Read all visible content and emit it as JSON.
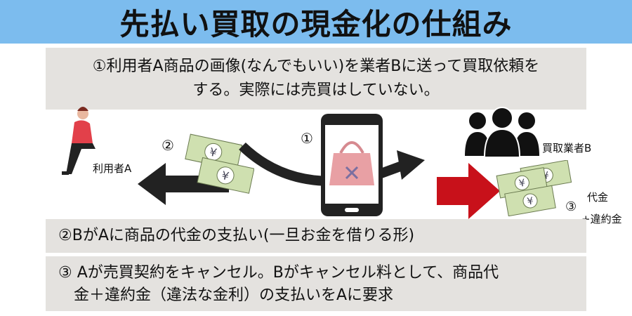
{
  "title": "先払い買取の現金化の仕組み",
  "steps": {
    "step1_line1": "①利用者A商品の画像(なんでもいい)を業者Bに送って買取依頼を",
    "step1_line2": "する。実際には売買はしていない。",
    "step2": "②BがAに商品の代金の支払い(一旦お金を借りる形)",
    "step3_line1": "③ Aが売買契約をキャンセル。Bがキャンセル料として、商品代",
    "step3_line2": "金＋違約金（違法な金利）の支払いをAに要求"
  },
  "diagram": {
    "user_label": "利用者A",
    "dealer_label": "買取業者B",
    "marker1": "①",
    "marker2": "②",
    "marker3": "③",
    "payment_label_line1": "代金",
    "payment_label_line2": "+違約金",
    "money_symbol": "¥"
  },
  "colors": {
    "title_bg": "#7cbcee",
    "box_bg": "#e4e2df",
    "red_arrow": "#c8111a",
    "bill": "#cfe0b0"
  }
}
